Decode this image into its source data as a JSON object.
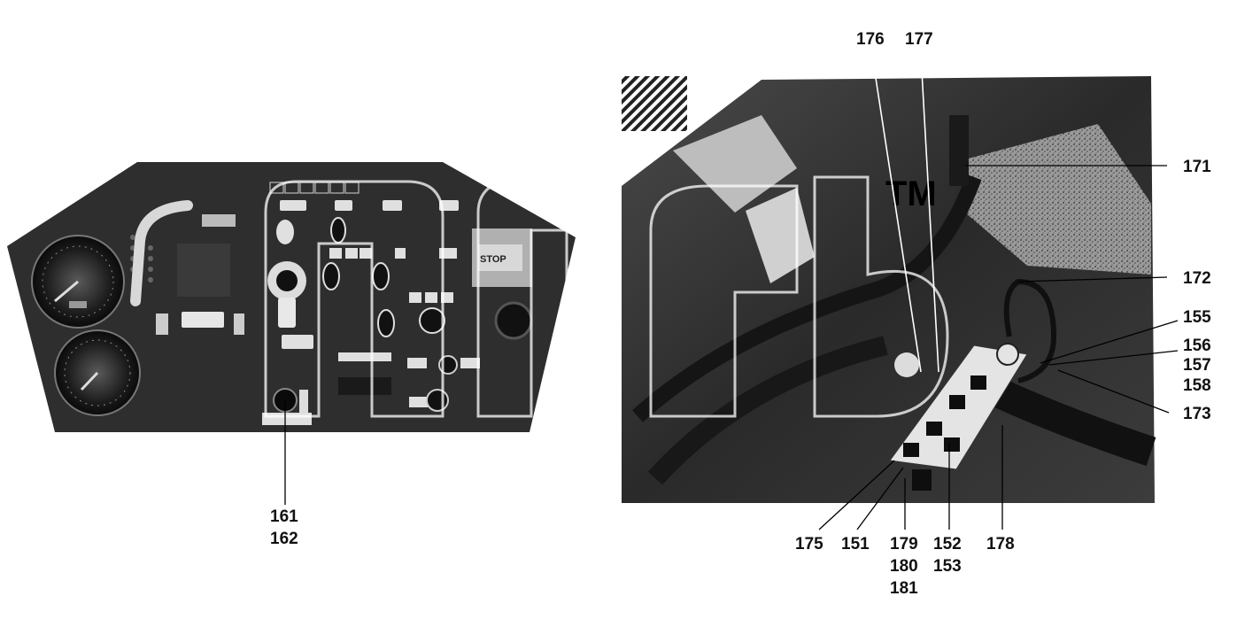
{
  "diagram": {
    "panel_labels": {
      "stop_button": "STOP",
      "plate_text": "TM"
    },
    "callouts": [
      {
        "id": "c161",
        "text": "161"
      },
      {
        "id": "c162",
        "text": "162"
      },
      {
        "id": "c176",
        "text": "176"
      },
      {
        "id": "c177",
        "text": "177"
      },
      {
        "id": "c171",
        "text": "171"
      },
      {
        "id": "c172",
        "text": "172"
      },
      {
        "id": "c155",
        "text": "155"
      },
      {
        "id": "c156",
        "text": "156"
      },
      {
        "id": "c157",
        "text": "157"
      },
      {
        "id": "c158",
        "text": "158"
      },
      {
        "id": "c173",
        "text": "173"
      },
      {
        "id": "c175",
        "text": "175"
      },
      {
        "id": "c151",
        "text": "151"
      },
      {
        "id": "c179",
        "text": "179"
      },
      {
        "id": "c180",
        "text": "180"
      },
      {
        "id": "c181",
        "text": "181"
      },
      {
        "id": "c152",
        "text": "152"
      },
      {
        "id": "c153",
        "text": "153"
      },
      {
        "id": "c178",
        "text": "178"
      }
    ],
    "colors": {
      "panel_dark": "#2e2e2e",
      "photo_bg": "#3a3a3a",
      "watermark": "#ffffff",
      "callout_text": "#111111"
    }
  }
}
